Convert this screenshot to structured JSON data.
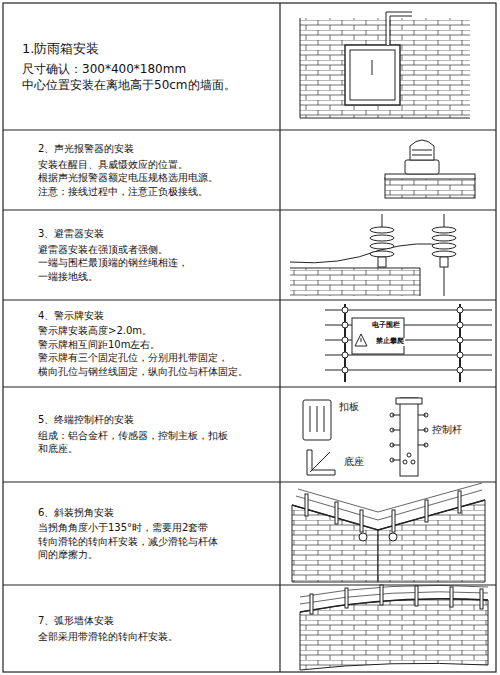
{
  "diagram": {
    "nodes": [
      {
        "text": [
          "1.防雨箱安装",
          "尺寸确认：300*400*180mm",
          "中心位置安装在离地高于50cm的墙面。"
        ]
      },
      {
        "text": [
          "2、声光报警器的安装",
          "安装在醒目、具威慑效应的位置。",
          "根据声光报警器额定电压规格选用电源。",
          "注意：接线过程中，注意正负极接线。"
        ]
      },
      {
        "text": [
          "3、避雷器安装",
          "避雷器安装在强顶或者强侧。",
          "一端与围栏最顶端的钢丝绳相连，",
          "一端接地线。"
        ]
      },
      {
        "text": [
          "4、警示牌安装",
          "警示牌安装高度>2.0m。",
          "警示牌相互间距10m左右。",
          "警示牌有三个固定孔位，分别用扎带固定，",
          "横向孔位与钢丝线固定，纵向孔位与杆体固定。"
        ]
      },
      {
        "text": [
          "5、终端控制杆的安装",
          "组成：铝合金杆，传感器，控制主板，扣板和底座。"
        ]
      },
      {
        "text": [
          "6、斜装拐角安装",
          "当拐角角度小于135°时，需要用2套带转向滑轮的转向杆安装，减少滑轮与杆体间的摩擦力。"
        ]
      },
      {
        "text": [
          "7、弧形墙体安装",
          "全部采用带滑轮的转向杆安装。"
        ]
      }
    ],
    "labels": [
      "电子围栏",
      "禁止攀爬",
      "扣板",
      "底座",
      "控制杆"
    ]
  }
}
